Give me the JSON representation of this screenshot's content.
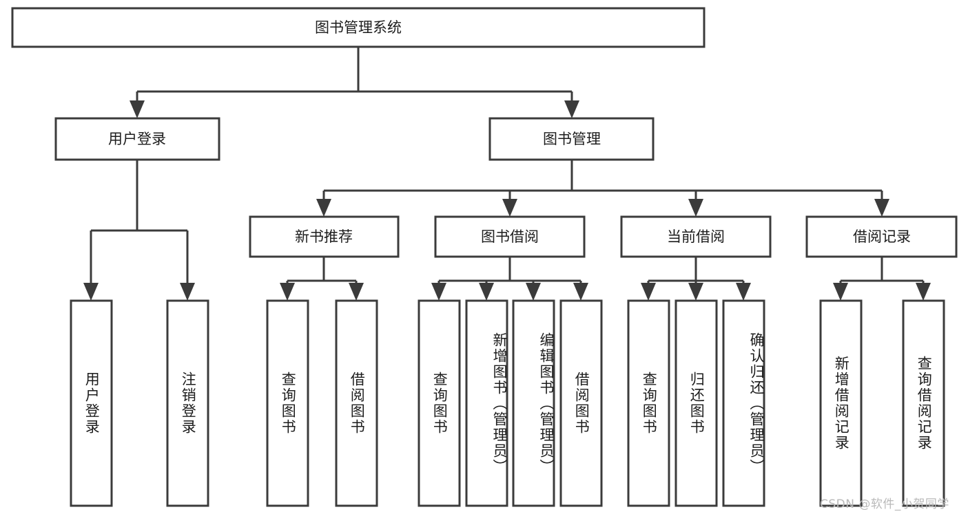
{
  "diagram": {
    "type": "tree-hierarchy-diagram",
    "title": "图书管理系统",
    "background_color": "#ffffff",
    "line_color": "#3b3b3b",
    "text_color": "#1c1c1c",
    "root": {
      "id": "root",
      "label": "图书管理系统"
    },
    "level1": [
      {
        "id": "user-login",
        "label": "用户登录"
      },
      {
        "id": "book-management",
        "label": "图书管理"
      }
    ],
    "level2": [
      {
        "id": "new-book-recommend",
        "label": "新书推荐",
        "parent": "book-management"
      },
      {
        "id": "book-borrow",
        "label": "图书借阅",
        "parent": "book-management"
      },
      {
        "id": "current-borrow",
        "label": "当前借阅",
        "parent": "book-management"
      },
      {
        "id": "borrow-record",
        "label": "借阅记录",
        "parent": "book-management"
      }
    ],
    "leaves": {
      "user-login": [
        {
          "id": "leaf-user-login",
          "label": "用户登录"
        },
        {
          "id": "leaf-logout-login",
          "label": "注销登录"
        }
      ],
      "new-book-recommend": [
        {
          "id": "leaf-query-book-1",
          "label": "查询图书"
        },
        {
          "id": "leaf-borrow-book-1",
          "label": "借阅图书"
        }
      ],
      "book-borrow": [
        {
          "id": "leaf-query-book-2",
          "label": "查询图书"
        },
        {
          "id": "leaf-add-book-admin",
          "label": "新增图书（管理员）"
        },
        {
          "id": "leaf-edit-book-admin",
          "label": "编辑图书（管理员）"
        },
        {
          "id": "leaf-borrow-book-2",
          "label": "借阅图书"
        }
      ],
      "current-borrow": [
        {
          "id": "leaf-query-book-3",
          "label": "查询图书"
        },
        {
          "id": "leaf-return-book",
          "label": "归还图书"
        },
        {
          "id": "leaf-confirm-return-admin",
          "label": "确认归还（管理员）"
        }
      ],
      "borrow-record": [
        {
          "id": "leaf-add-borrow-record",
          "label": "新增借阅记录"
        },
        {
          "id": "leaf-query-borrow-record",
          "label": "查询借阅记录"
        }
      ]
    }
  },
  "watermark": {
    "text": "CSDN @软件_小贺同学"
  }
}
